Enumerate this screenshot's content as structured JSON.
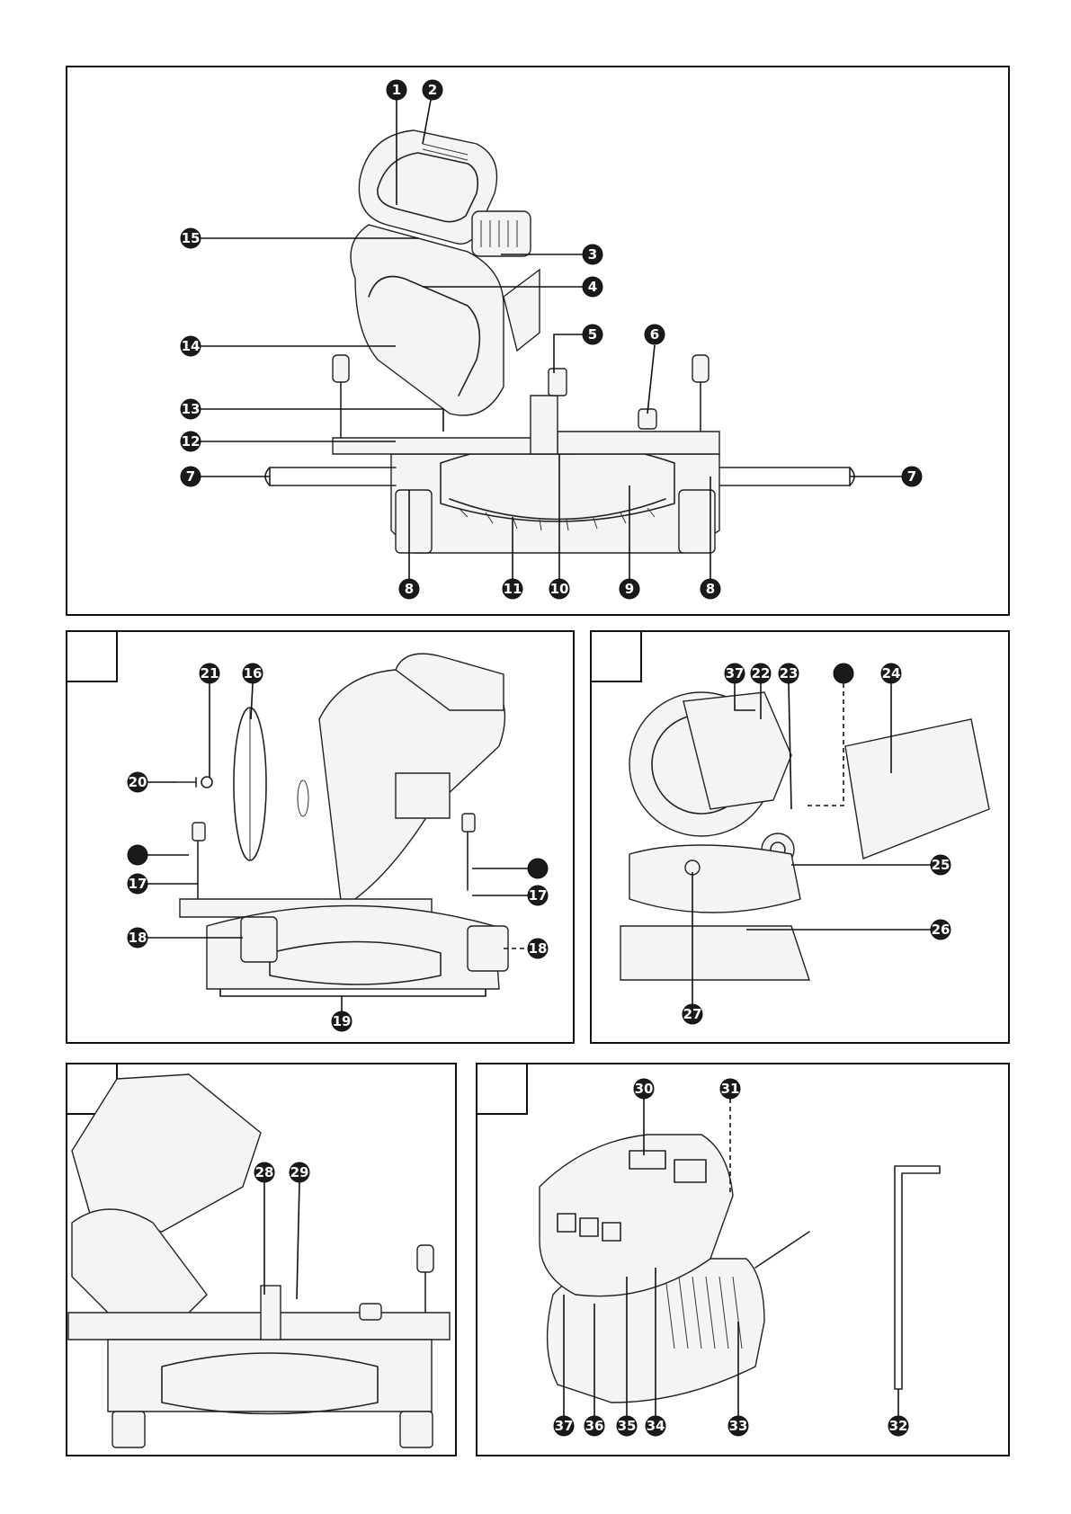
{
  "panels": {
    "main": {
      "callouts": [
        "1",
        "2",
        "3",
        "4",
        "5",
        "6",
        "7",
        "7",
        "8",
        "8",
        "9",
        "10",
        "11",
        "12",
        "13",
        "14",
        "15"
      ]
    },
    "A": {
      "panel_label": "",
      "callouts": [
        "16",
        "17",
        "17",
        "18",
        "18",
        "19",
        "20",
        "21"
      ]
    },
    "B": {
      "panel_label": "",
      "callouts": [
        "22",
        "23",
        "24",
        "25",
        "26",
        "27",
        "37"
      ]
    },
    "C": {
      "panel_label": "",
      "callouts": [
        "28",
        "29"
      ]
    },
    "D": {
      "panel_label": "",
      "callouts": [
        "30",
        "31",
        "32",
        "33",
        "34",
        "35",
        "36",
        "37"
      ]
    }
  }
}
